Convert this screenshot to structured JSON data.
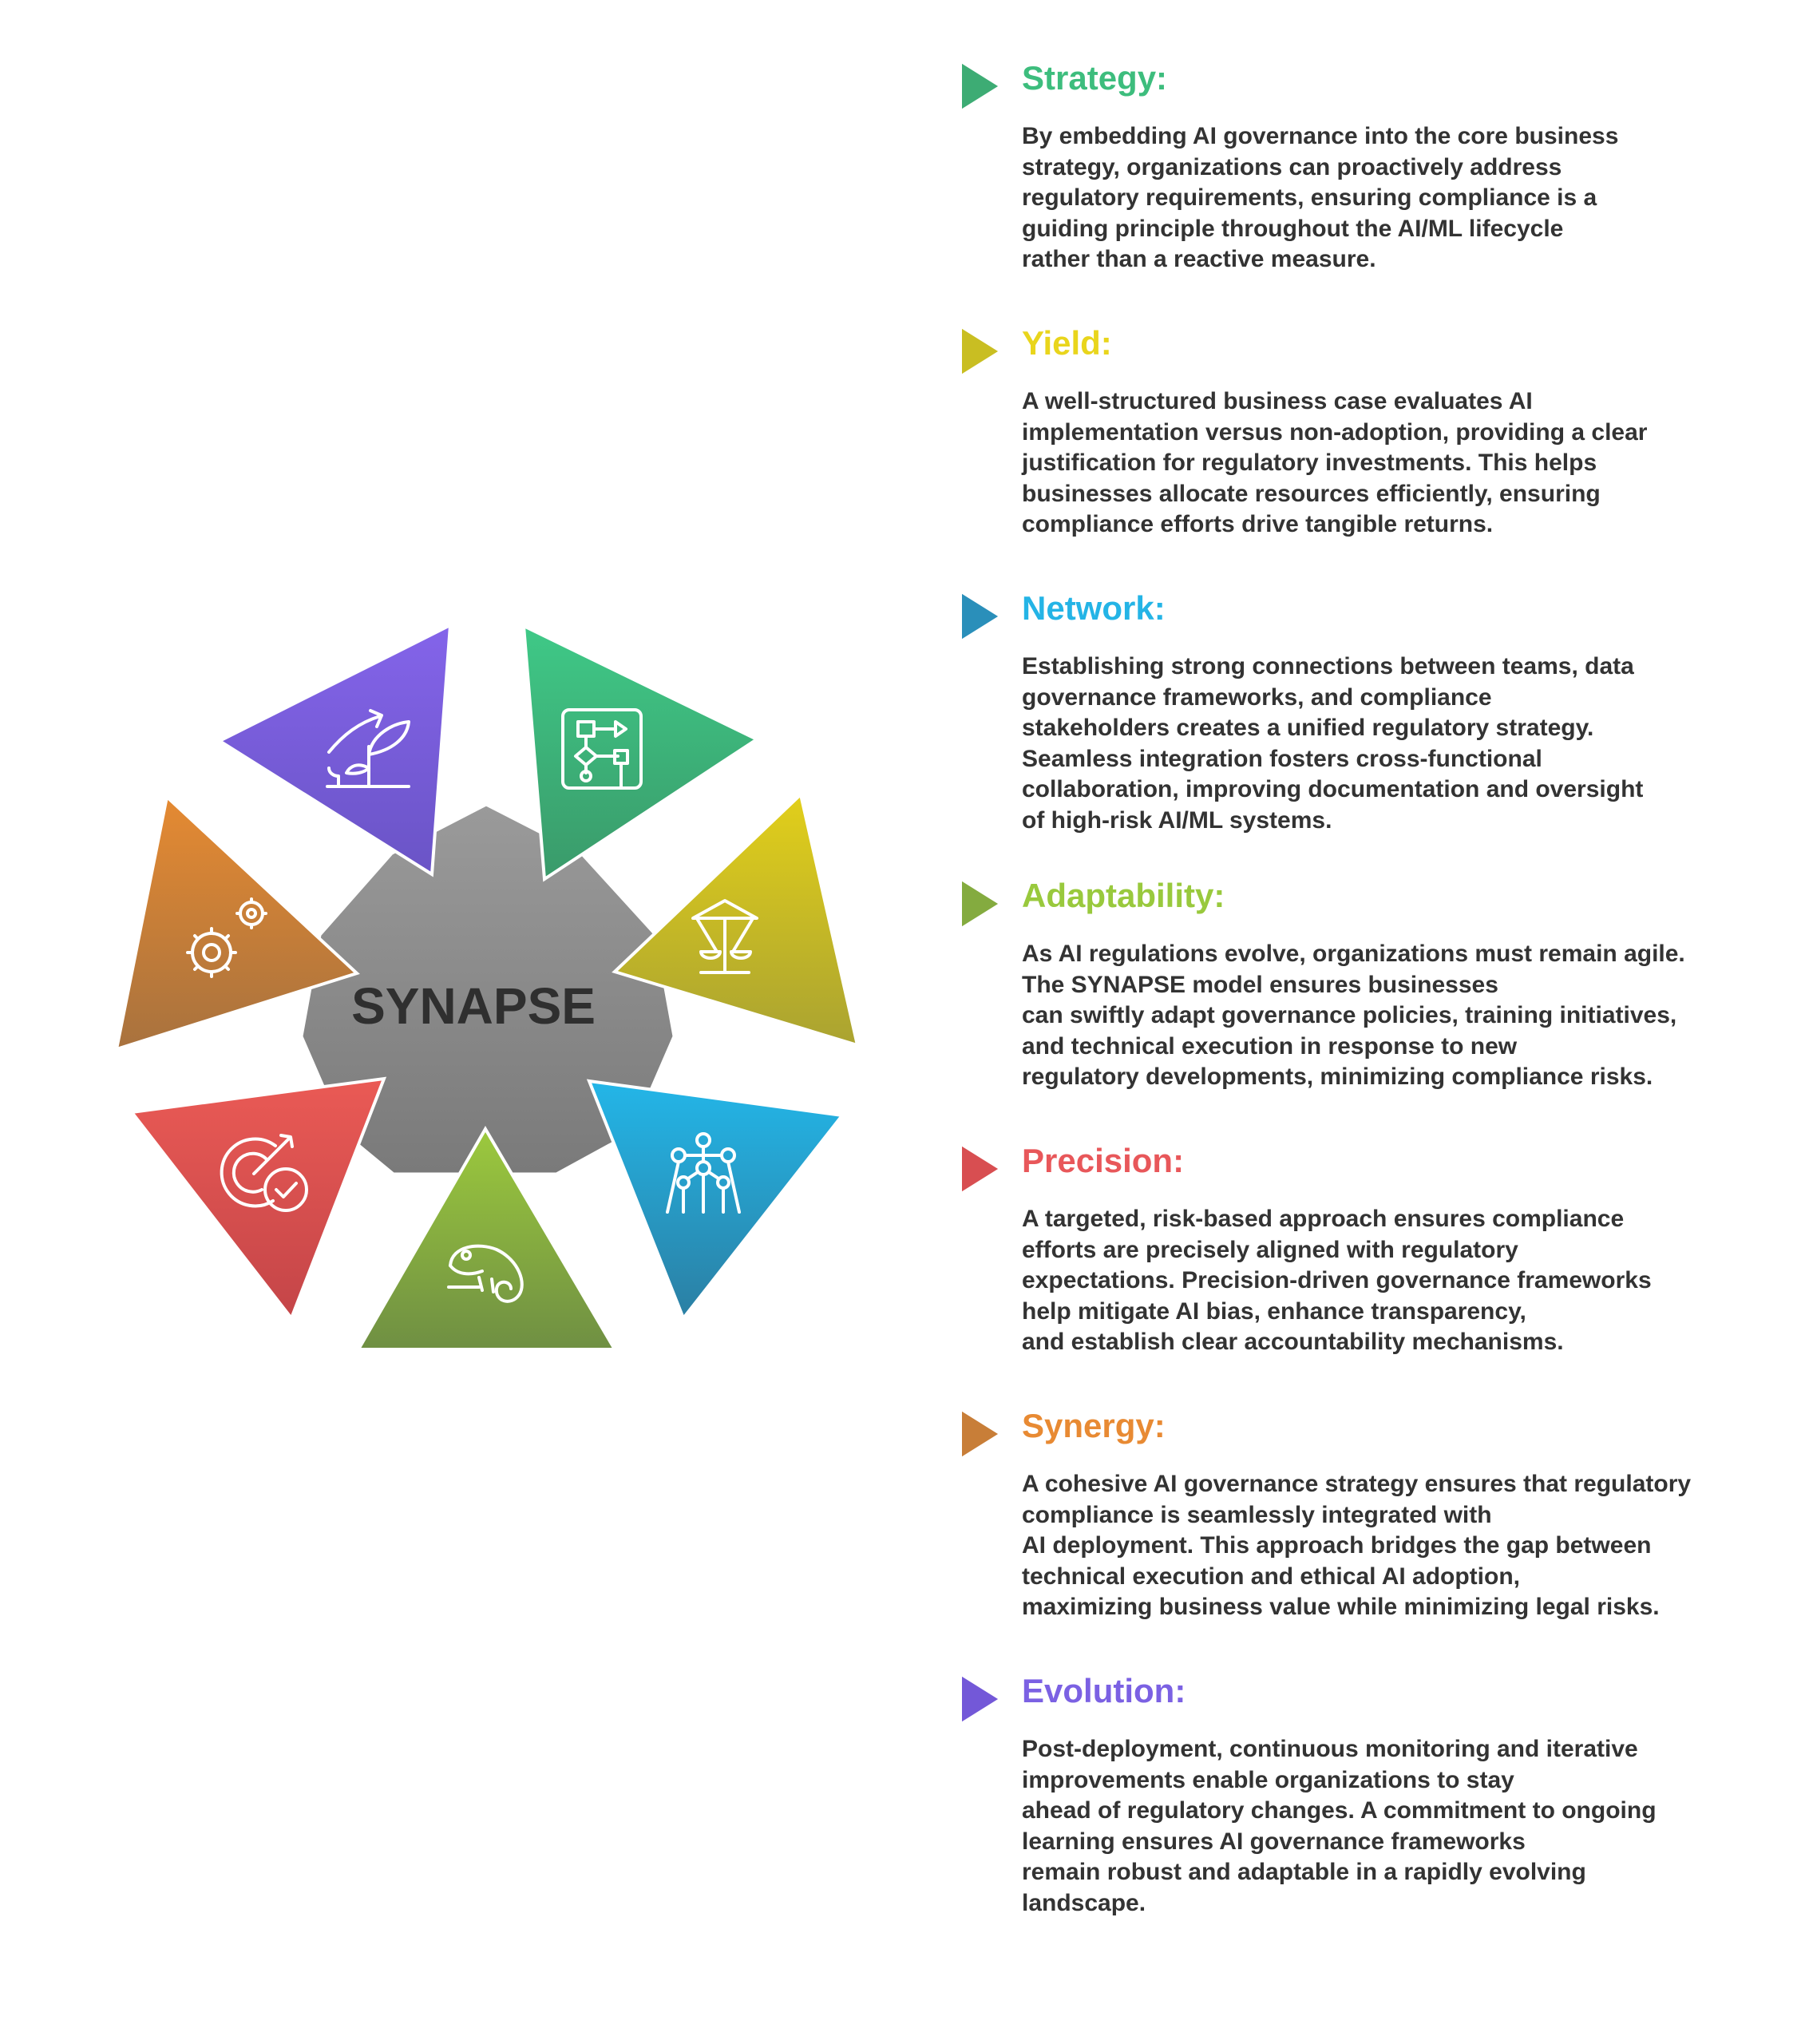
{
  "center_label": "SYNAPSE",
  "items": [
    {
      "heading": "Strategy:",
      "color": "#3dbd7d",
      "icon": "flowchart-icon",
      "lines": [
        "By embedding AI governance into the core business",
        "strategy, organizations can proactively address",
        "regulatory requirements, ensuring compliance is a",
        "guiding principle throughout the AI/ML lifecycle",
        "rather than a reactive measure."
      ]
    },
    {
      "heading": "Yield:",
      "color": "#e9d51c",
      "icon": "balance-icon",
      "lines": [
        "A well-structured business case evaluates AI",
        "implementation versus non-adoption, providing a clear",
        "justification for regulatory investments. This helps",
        "businesses allocate resources efficiently, ensuring",
        "compliance efforts drive tangible returns."
      ]
    },
    {
      "heading": "Network:",
      "color": "#24b4e6",
      "icon": "network-structure-icon",
      "lines": [
        "Establishing strong connections between teams, data",
        "governance frameworks, and compliance",
        "stakeholders creates a unified regulatory strategy.",
        "Seamless integration fosters cross-functional",
        "collaboration, improving documentation and oversight",
        "of high-risk AI/ML systems."
      ]
    },
    {
      "heading": "Adaptability:",
      "color": "#99c93d",
      "icon": "chameleon-icon",
      "lines": [
        "As AI regulations evolve, organizations must remain agile.",
        "The SYNAPSE model ensures businesses",
        "can swiftly adapt governance policies, training initiatives,",
        "and technical execution in response to new",
        "regulatory developments, minimizing compliance risks."
      ]
    },
    {
      "heading": "Precision:",
      "color": "#e8575a",
      "icon": "target-check-icon",
      "lines": [
        "A targeted, risk-based approach ensures compliance",
        "efforts are precisely aligned with regulatory",
        "expectations. Precision-driven governance frameworks",
        "help mitigate AI bias, enhance transparency,",
        "and establish clear accountability mechanisms."
      ]
    },
    {
      "heading": "Synergy:",
      "color": "#e88a33",
      "icon": "gears-icon",
      "lines": [
        "A cohesive AI governance strategy ensures that regulatory",
        "compliance is seamlessly integrated with",
        "AI deployment. This approach bridges the gap between",
        "technical execution and ethical AI adoption,",
        "maximizing business value while minimizing legal risks."
      ]
    },
    {
      "heading": "Evolution:",
      "color": "#7b61e3",
      "icon": "growth-plant-icon",
      "lines": [
        "Post-deployment, continuous monitoring and iterative",
        "improvements enable organizations to stay",
        "ahead of regulatory changes. A commitment to ongoing",
        "learning ensures AI governance frameworks",
        "remain robust and adaptable in a rapidly evolving",
        "landscape."
      ]
    }
  ]
}
